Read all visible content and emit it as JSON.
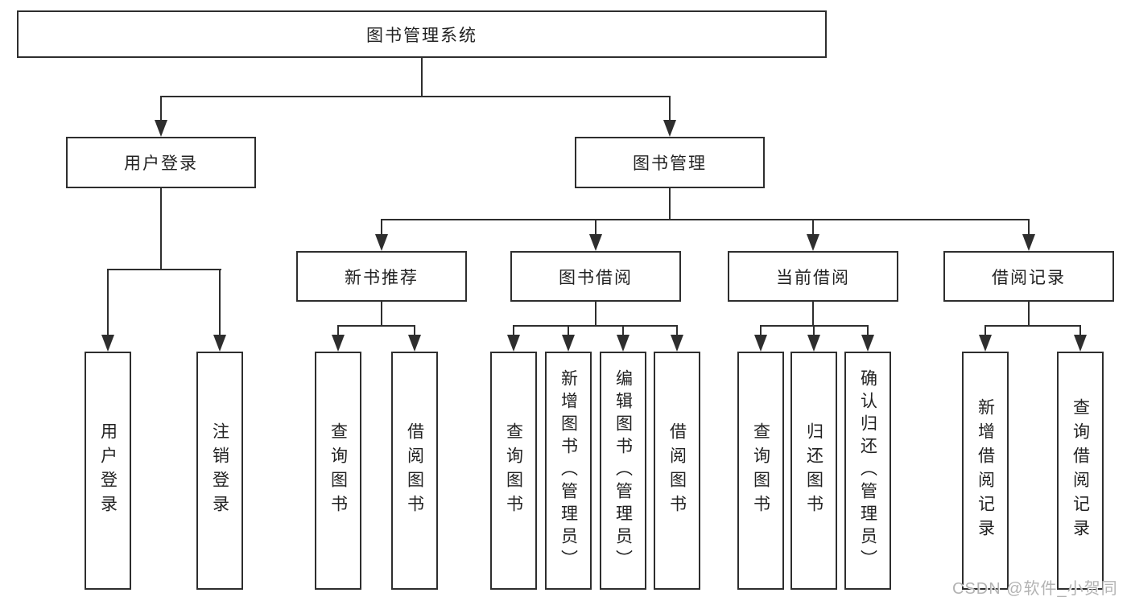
{
  "diagram": {
    "type": "tree",
    "root": {
      "label": "图书管理系统"
    },
    "branches": [
      {
        "label": "用户登录",
        "children": [
          {
            "label": "用户登录"
          },
          {
            "label": "注销登录"
          }
        ]
      },
      {
        "label": "图书管理",
        "children": [
          {
            "label": "新书推荐",
            "children": [
              {
                "label": "查询图书"
              },
              {
                "label": "借阅图书"
              }
            ]
          },
          {
            "label": "图书借阅",
            "children": [
              {
                "label": "查询图书"
              },
              {
                "label": "新增图书（管理员）"
              },
              {
                "label": "编辑图书（管理员）"
              },
              {
                "label": "借阅图书"
              }
            ]
          },
          {
            "label": "当前借阅",
            "children": [
              {
                "label": "查询图书"
              },
              {
                "label": "归还图书"
              },
              {
                "label": "确认归还（管理员）"
              }
            ]
          },
          {
            "label": "借阅记录",
            "children": [
              {
                "label": "新增借阅记录"
              },
              {
                "label": "查询借阅记录"
              }
            ]
          }
        ]
      }
    ],
    "watermark": "CSDN @软件_小贺同学",
    "colors": {
      "line": "#2e2e2e",
      "box_border": "#2e2e2e",
      "box_fill": "#ffffff",
      "text": "#222222",
      "watermark": "#b3b3b3"
    }
  }
}
